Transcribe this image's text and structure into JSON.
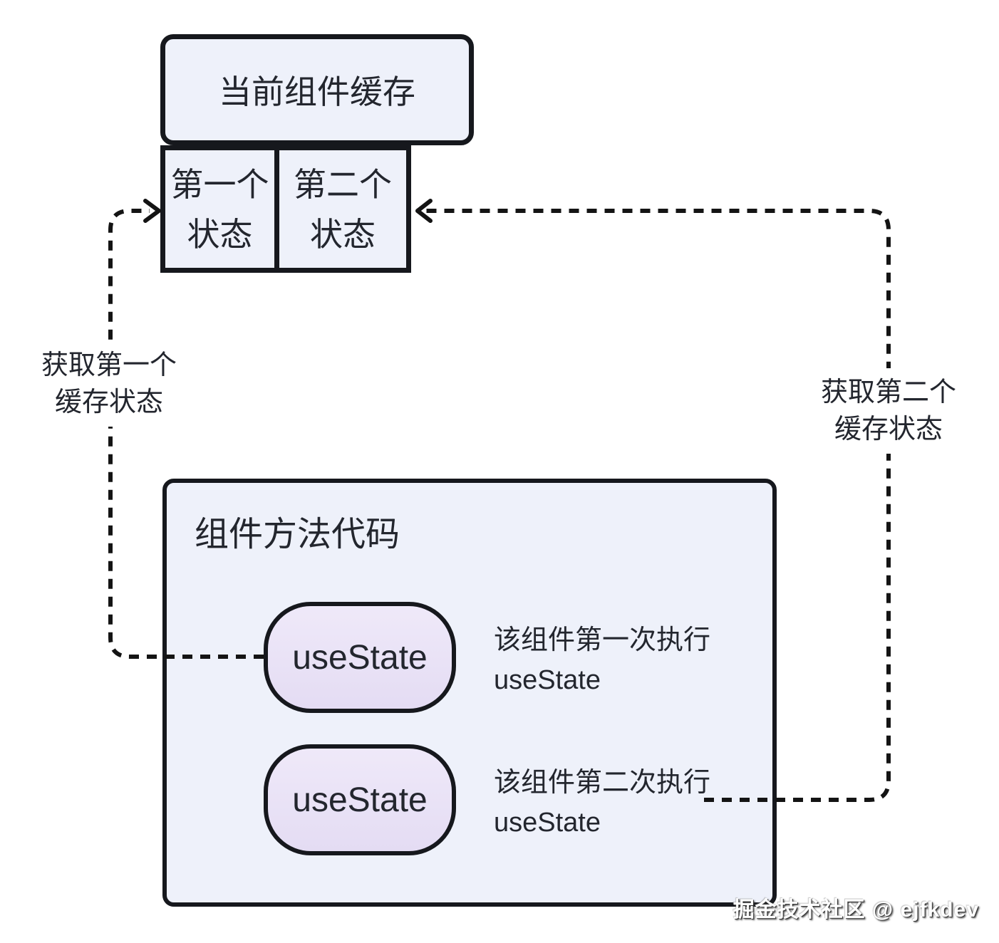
{
  "diagram": {
    "cache_box": {
      "label": "当前组件缓存"
    },
    "state_boxes": [
      {
        "label": "第一个\n状态"
      },
      {
        "label": "第二个\n状态"
      }
    ],
    "edge_labels": [
      {
        "text": "获取第一个\n缓存状态"
      },
      {
        "text": "获取第二个\n缓存状态"
      }
    ],
    "component_box": {
      "title": "组件方法代码"
    },
    "pills": [
      {
        "label": "useState"
      },
      {
        "label": "useState"
      }
    ],
    "notes": [
      {
        "text": "该组件第一次执行\nuseState"
      },
      {
        "text": "该组件第二次执行\nuseState"
      }
    ],
    "watermark": "掘金技术社区 @ ejfkdev",
    "colors": {
      "box_fill": "#eef1fa",
      "pill_fill": "#e9e2f6",
      "border": "#16181d",
      "text": "#23262e",
      "line": "#141414"
    }
  }
}
